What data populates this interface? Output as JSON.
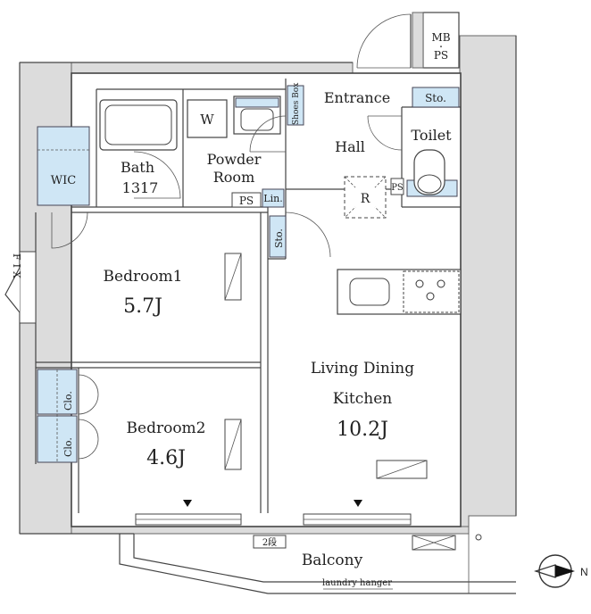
{
  "rooms": {
    "entrance": "Entrance",
    "hall": "Hall",
    "toilet": "Toilet",
    "bath": "Bath",
    "bath_size": "1317",
    "powder_line1": "Powder",
    "powder_line2": "Room",
    "wic": "WIC",
    "bedroom1": "Bedroom1",
    "bedroom1_size": "5.7J",
    "bedroom2": "Bedroom2",
    "bedroom2_size": "4.6J",
    "ldk_line1": "Living Dining",
    "ldk_line2": "Kitchen",
    "ldk_size": "10.2J",
    "balcony": "Balcony"
  },
  "labels": {
    "mb": "MB",
    "ps": "PS",
    "sto": "Sto.",
    "shoes": "Shoes Box",
    "washer": "W",
    "lin": "Lin.",
    "refrigerator": "R",
    "clo": "Clo.",
    "fix": "FIX",
    "step": "2段",
    "laundry": "laundry hanger",
    "north": "N"
  }
}
